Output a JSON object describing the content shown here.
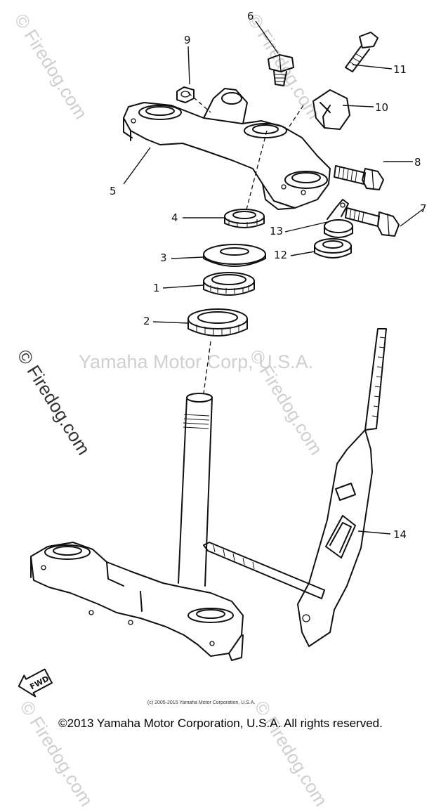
{
  "watermarks": {
    "site": "© Firedog.com",
    "corp": "Yamaha Motor Corp, U.S.A."
  },
  "callouts": [
    {
      "label": "1"
    },
    {
      "label": "2"
    },
    {
      "label": "3"
    },
    {
      "label": "4"
    },
    {
      "label": "5"
    },
    {
      "label": "6"
    },
    {
      "label": "7"
    },
    {
      "label": "8"
    },
    {
      "label": "9"
    },
    {
      "label": "10"
    },
    {
      "label": "11"
    },
    {
      "label": "12"
    },
    {
      "label": "13"
    },
    {
      "label": "14"
    }
  ],
  "fwd_badge": "FWD",
  "fine_credit": "(c) 2005-2015 Yamaha Motor Corporation, U.S.A.",
  "footer": "©2013 Yamaha Motor Corporation, U.S.A. All rights reserved."
}
